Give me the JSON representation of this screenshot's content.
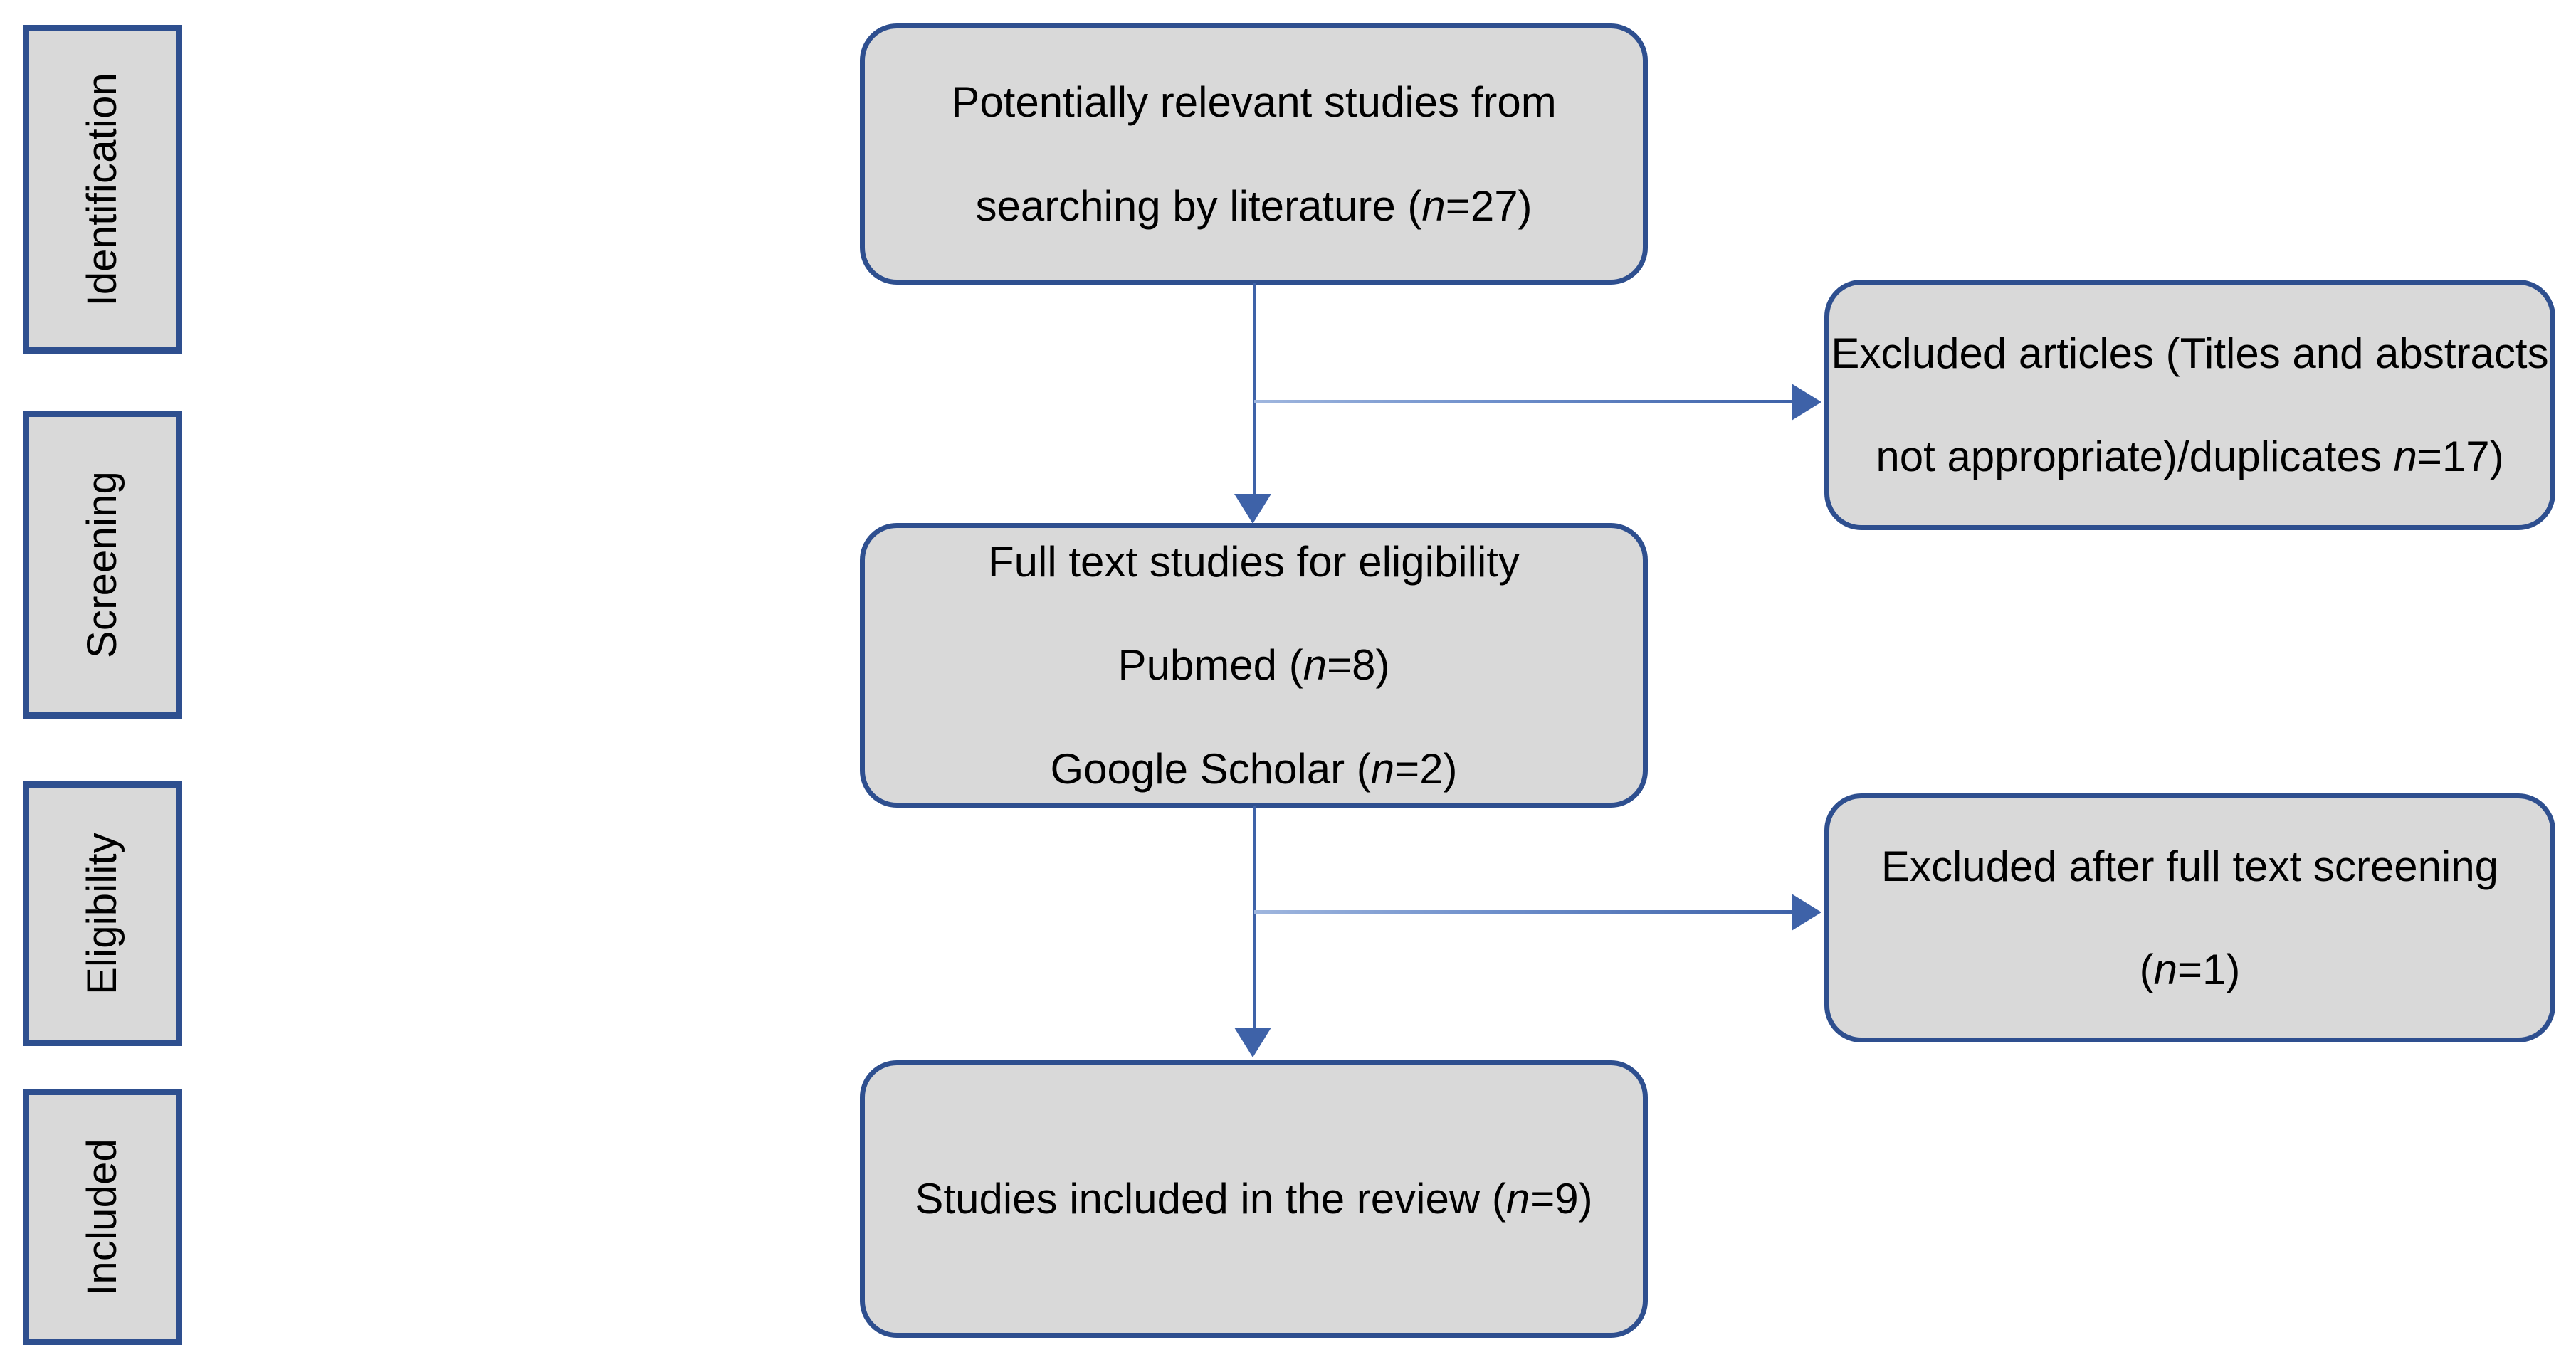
{
  "diagram": {
    "title": "PRISMA study selection flow diagram",
    "colors": {
      "box_border": "#2E4F8F",
      "box_fill": "#D9D9D9",
      "connector": "#3E62A8",
      "connector_light": "#9FB6DE",
      "background": "#FFFFFF",
      "text": "#000000"
    }
  },
  "stages": [
    {
      "label": "Identification"
    },
    {
      "label": "Screening"
    },
    {
      "label": "Eligibility"
    },
    {
      "label": "Included"
    }
  ],
  "flow_boxes": {
    "identification": {
      "lines": [
        {
          "pre": "Potentially relevant studies from",
          "italic": "",
          "post": ""
        },
        {
          "pre": "searching by literature (",
          "italic": "n",
          "post": "=27)"
        }
      ]
    },
    "excluded_screening": {
      "lines": [
        {
          "pre": "Excluded articles (Titles and abstracts",
          "italic": "",
          "post": ""
        },
        {
          "pre": "not appropriate)/duplicates ",
          "italic": "n",
          "post": "=17)"
        }
      ]
    },
    "eligibility": {
      "lines": [
        {
          "pre": "Full text studies for eligibility",
          "italic": "",
          "post": ""
        },
        {
          "pre": "Pubmed (",
          "italic": "n",
          "post": "=8)"
        },
        {
          "pre": "Google Scholar (",
          "italic": "n",
          "post": "=2)"
        }
      ]
    },
    "excluded_fulltext": {
      "lines": [
        {
          "pre": "Excluded after full text screening",
          "italic": "",
          "post": ""
        },
        {
          "pre": "(",
          "italic": "n",
          "post": "=1)"
        }
      ]
    },
    "included": {
      "lines": [
        {
          "pre": "Studies included in the review (",
          "italic": "n",
          "post": "=9)"
        }
      ]
    }
  },
  "connectors": [
    {
      "name": "identification-to-eligibility",
      "type": "vertical-arrow"
    },
    {
      "name": "identification-to-excluded-screening",
      "type": "horizontal-arrow"
    },
    {
      "name": "eligibility-to-included",
      "type": "vertical-arrow"
    },
    {
      "name": "eligibility-to-excluded-fulltext",
      "type": "horizontal-arrow"
    }
  ]
}
